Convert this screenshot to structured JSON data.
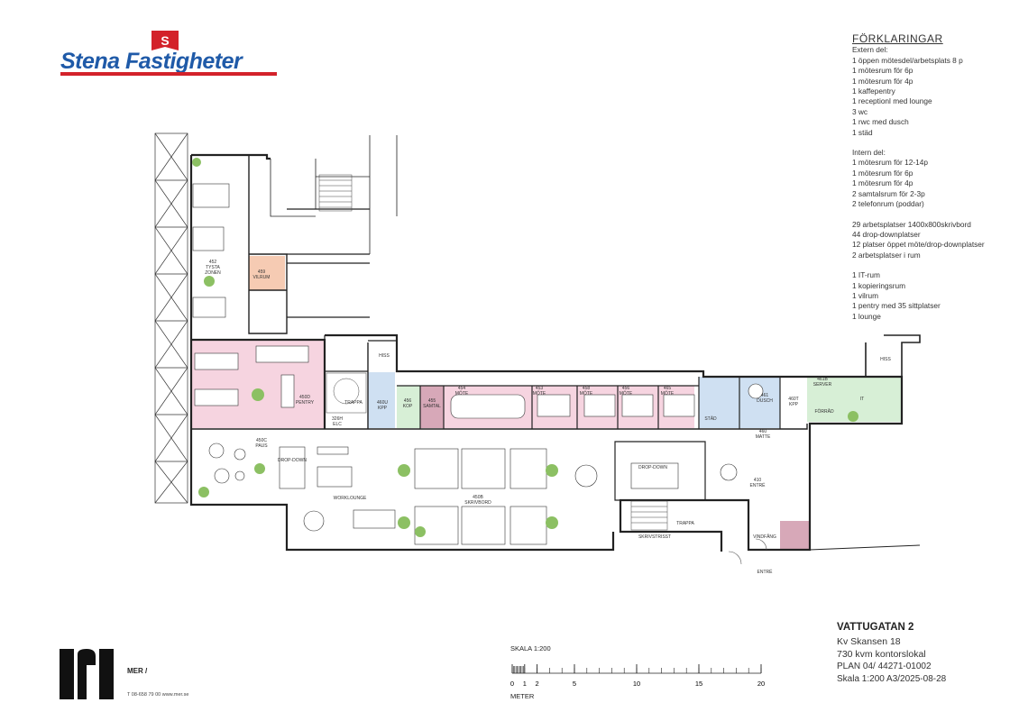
{
  "logo": {
    "flag_letter": "S",
    "brand_text": "Stena Fastigheter",
    "brand_color": "#1f5aa8",
    "accent_color": "#d3222a"
  },
  "legend": {
    "title": "FÖRKLARINGAR",
    "blocks": [
      [
        "Extern del:",
        "1 öppen mötesdel/arbetsplats 8 p",
        "1 mötesrum för 6p",
        "1 mötesrum  för 4p",
        "1 kaffepentry",
        "1 receptionl med lounge",
        "3 wc",
        "1 rwc med dusch",
        "1 städ"
      ],
      [
        "Intern del:",
        "1 mötesrum för 12-14p",
        "1 mötesrum för 6p",
        "1 mötesrum  för 4p",
        "2 samtalsrum för 2-3p",
        "2 telefonrum (poddar)"
      ],
      [
        "29 arbetsplatser 1400x800skrivbord",
        "44 drop-downplatser",
        "12 platser öppet möte/drop-downplatser",
        "2 arbetsplatser i rum"
      ],
      [
        "1 IT-rum",
        "1 kopieringsrum",
        "1 vilrum",
        "1 pentry med 35 sittplatser",
        "1 lounge"
      ]
    ]
  },
  "plan": {
    "rooms": [
      {
        "id": "tysta",
        "label": "452\nTYSTA\nZONEN"
      },
      {
        "id": "vilrum",
        "label": "459\nVILRUM"
      },
      {
        "id": "pentry",
        "label": "450D\nPENTRY"
      },
      {
        "id": "trappa1",
        "label": "TRAPPA"
      },
      {
        "id": "elc",
        "label": "326H\nELC"
      },
      {
        "id": "hiss1",
        "label": "HISS"
      },
      {
        "id": "kpp",
        "label": "460U\nKPP"
      },
      {
        "id": "kop",
        "label": "456\nKOP"
      },
      {
        "id": "samtal",
        "label": "455\nSAMTAL"
      },
      {
        "id": "mote1",
        "label": "454\nMÖTE"
      },
      {
        "id": "mote2",
        "label": "453\nMÖTE"
      },
      {
        "id": "mote3",
        "label": "458\nMÖTE"
      },
      {
        "id": "mote4",
        "label": "456\nMÖTE"
      },
      {
        "id": "mote5",
        "label": "465\nMÖTE"
      },
      {
        "id": "stad",
        "label": "STÄD"
      },
      {
        "id": "dusch",
        "label": "461\nDUSCH"
      },
      {
        "id": "kpp2",
        "label": "460T\nKPP"
      },
      {
        "id": "hiss2",
        "label": "HISS"
      },
      {
        "id": "it",
        "label": "IT"
      },
      {
        "id": "forrad",
        "label": "FÖRRÅD"
      },
      {
        "id": "server",
        "label": "461B\nSERVER"
      },
      {
        "id": "paus",
        "label": "450C\nPAUS"
      },
      {
        "id": "dropdown1",
        "label": "DROP-DOWN"
      },
      {
        "id": "worklounge",
        "label": "WORKLOUNGE"
      },
      {
        "id": "skrivbord",
        "label": "450B\nSKRIVBORD"
      },
      {
        "id": "dropdown2",
        "label": "DROP-DOWN"
      },
      {
        "id": "matte",
        "label": "460\nMATTE"
      },
      {
        "id": "entre1",
        "label": "410\nENTRÉ"
      },
      {
        "id": "trappa2",
        "label": "TRAPPA"
      },
      {
        "id": "skrivstrisst",
        "label": "SKRIVSTRISST"
      },
      {
        "id": "vindfang",
        "label": "VINDFÅNG"
      },
      {
        "id": "entre2",
        "label": "ENTRÉ"
      }
    ],
    "colors": {
      "pink": "#f6d4e0",
      "blue": "#cfe0f2",
      "green": "#d7efd6",
      "rose": "#d7a8b8",
      "salmon": "#f6cbb3",
      "plant": "#8cc063",
      "wall": "#222222"
    }
  },
  "footer": {
    "mer_name": "MER /",
    "mer_contact": "T 08-658 79 00  www.mer.se",
    "scale_title": "SKALA 1:200",
    "scale_ticks": [
      "0",
      "1",
      "2",
      "5",
      "10",
      "15",
      "20"
    ],
    "scale_values": [
      0,
      1,
      2,
      5,
      10,
      15,
      20
    ],
    "scale_unit": "METER"
  },
  "title_block": {
    "address": "VATTUGATAN 2",
    "property": "Kv Skansen 18",
    "area": "730 kvm kontorslokal",
    "plan_no": "PLAN 04/ 44271-01002",
    "scale_date": "Skala 1:200 A3/2025-08-28"
  }
}
